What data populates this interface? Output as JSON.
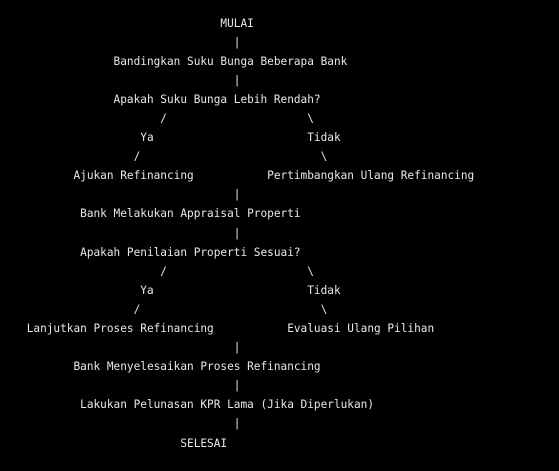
{
  "diagram": {
    "lines": [
      "                                 MULAI",
      "                                   |",
      "                 Bandingkan Suku Bunga Beberapa Bank",
      "                                   |",
      "                 Apakah Suku Bunga Lebih Rendah?",
      "                        /                     \\",
      "                     Ya                       Tidak",
      "                    /                           \\",
      "           Ajukan Refinancing           Pertimbangkan Ulang Refinancing",
      "                                   |",
      "            Bank Melakukan Appraisal Properti",
      "                                   |",
      "            Apakah Penilaian Properti Sesuai?",
      "                        /                     \\",
      "                     Ya                       Tidak",
      "                    /                           \\",
      "    Lanjutkan Proses Refinancing           Evaluasi Ulang Pilihan",
      "                                   |",
      "           Bank Menyelesaikan Proses Refinancing",
      "                                   |",
      "            Lakukan Pelunasan KPR Lama (Jika Diperlukan)",
      "                                   |",
      "                           SELESAI"
    ]
  },
  "colors": {
    "background": "#000000",
    "text": "#e8e8e8"
  }
}
